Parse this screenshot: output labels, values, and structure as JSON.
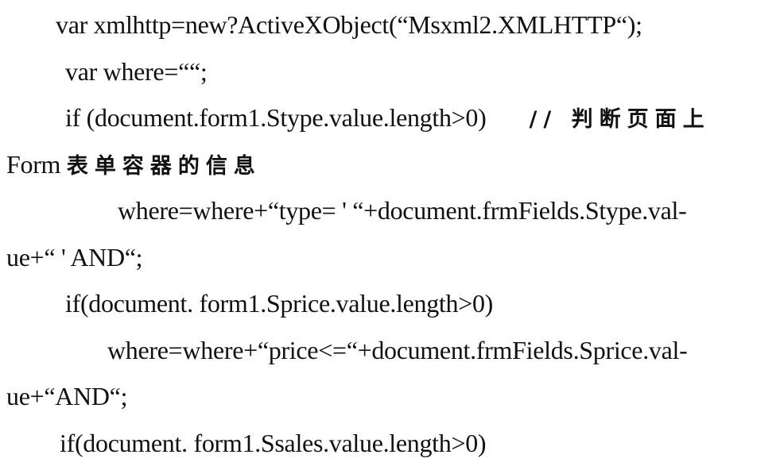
{
  "lines": [
    {
      "indent": 70,
      "text": "var xmlhttp=new?ActiveXObject(“Msxml2.XMLHTTP“);"
    },
    {
      "indent": 82,
      "text": "var where=““;"
    },
    {
      "indent": 82,
      "text": "if (document.form1.Stype.value.length>0)",
      "comment": "// 判断页面上"
    },
    {
      "indent": 0,
      "text": "Form ",
      "comment": "表单容器的信息"
    },
    {
      "indent": 148,
      "text": "where=where+“type= ' “+document.frmFields.Stype.val-"
    },
    {
      "indent": 0,
      "text": "ue+“ ' AND“;"
    },
    {
      "indent": 82,
      "text": "if(document. form1.Sprice.value.length>0)"
    },
    {
      "indent": 135,
      "text": "where=where+“price<=“+document.frmFields.Sprice.val-"
    },
    {
      "indent": 0,
      "text": "ue+“AND“;"
    },
    {
      "indent": 75,
      "text": "if(document. form1.Ssales.value.length>0)"
    }
  ]
}
